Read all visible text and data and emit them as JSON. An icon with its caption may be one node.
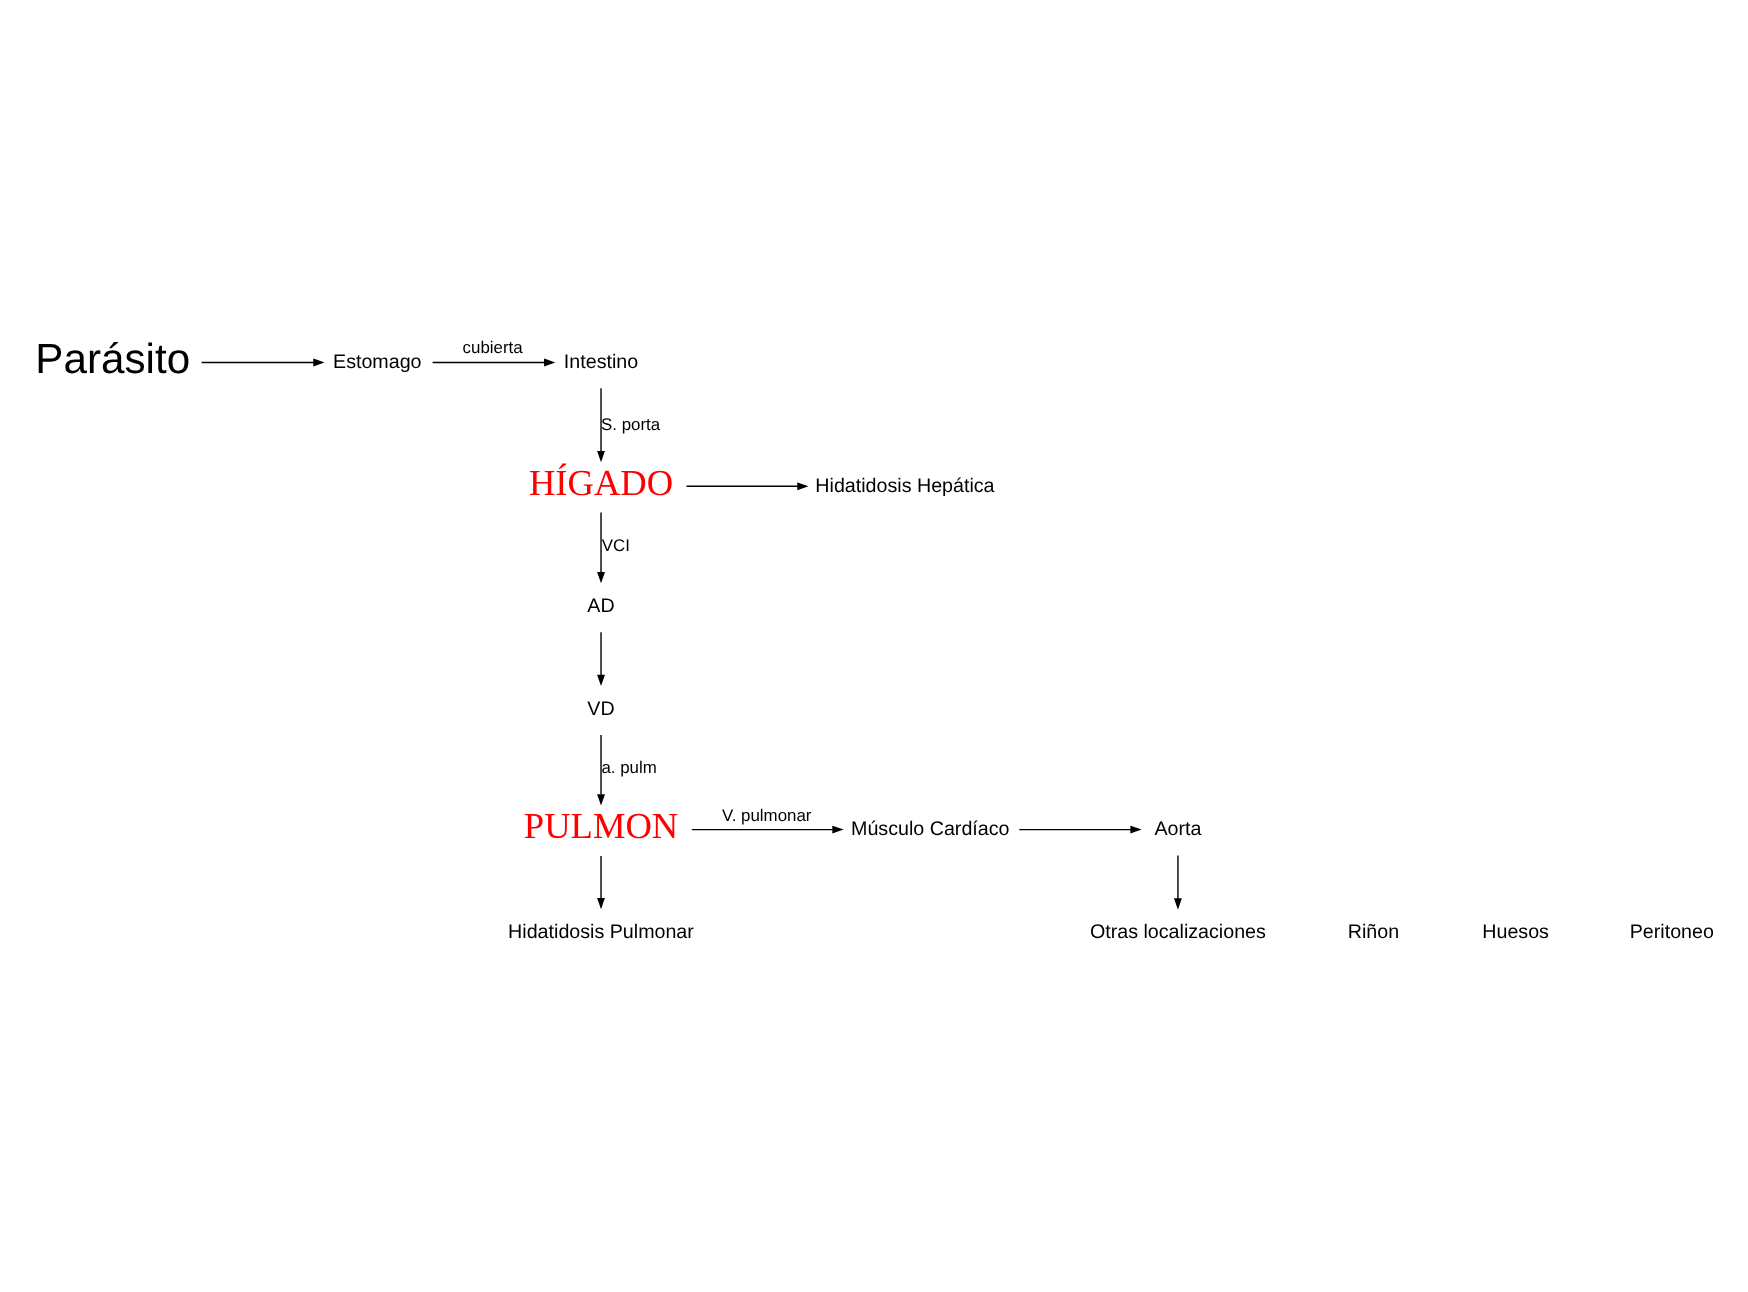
{
  "diagram": {
    "nodes": [
      {
        "text": [
          "Parásito"
        ]
      },
      {
        "text": [
          "Estomago"
        ]
      },
      {
        "text": [
          "Intestino"
        ]
      },
      {
        "text": [
          "HÍGADO"
        ]
      },
      {
        "text": [
          "Hidatidosis Hepática"
        ]
      },
      {
        "text": [
          "AD"
        ]
      },
      {
        "text": [
          "VD"
        ]
      },
      {
        "text": [
          "PULMON"
        ]
      },
      {
        "text": [
          "Hidatidosis Pulmonar"
        ]
      },
      {
        "text": [
          "Músculo Cardíaco"
        ]
      },
      {
        "text": [
          "Aorta"
        ]
      },
      {
        "text": [
          "Otras localizaciones"
        ]
      }
    ],
    "edges": [
      {
        "from": 0,
        "to": 1,
        "arrow": "to"
      },
      {
        "from": 1,
        "to": 2,
        "arrow": "to",
        "label": "cubierta"
      },
      {
        "from": 2,
        "to": 3,
        "arrow": "to",
        "label": "S. porta"
      },
      {
        "from": 3,
        "to": 4,
        "arrow": "to"
      },
      {
        "from": 3,
        "to": 5,
        "arrow": "to",
        "label": "VCI"
      },
      {
        "from": 5,
        "to": 6,
        "arrow": "to"
      },
      {
        "from": 6,
        "to": 7,
        "arrow": "to",
        "label": "a. pulm"
      },
      {
        "from": 7,
        "to": 8,
        "arrow": "to"
      },
      {
        "from": 7,
        "to": 9,
        "arrow": "to",
        "label": "V. pulmonar"
      },
      {
        "from": 9,
        "to": 10,
        "arrow": "to"
      },
      {
        "from": 10,
        "to": 11,
        "arrow": "to"
      }
    ],
    "labels": [
      "Riñon",
      "Huesos",
      "Peritoneo"
    ]
  }
}
